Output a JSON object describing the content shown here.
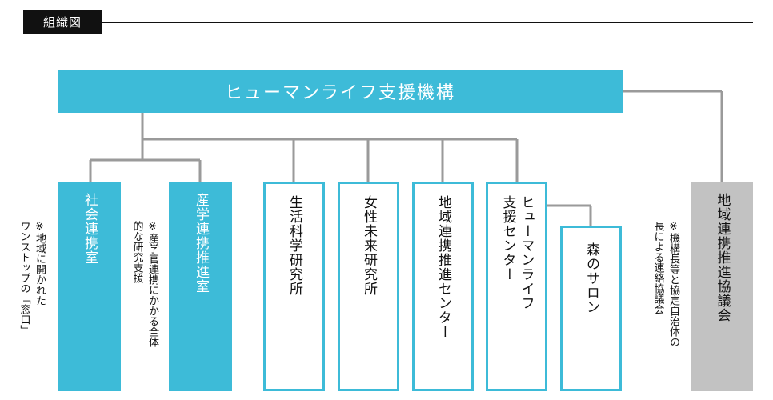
{
  "header": {
    "tag": "組織図"
  },
  "org": {
    "main_title": "ヒューマンライフ支援機構",
    "units": {
      "social_office": "社会連携室",
      "industry_office": "産学連携推進室",
      "life_science": "生活科学研究所",
      "women_future": "女性未来研究所",
      "regional_center": "地域連携推進センター",
      "human_life_center_line1": "ヒューマンライフ",
      "human_life_center_line2": "支援センター",
      "forest_salon": "森のサロン",
      "council": "地域連携推進協議会"
    },
    "notes": {
      "social_note_line1": "※地域に開かれた",
      "social_note_line2": "ワンストップの「窓口」",
      "industry_note_line1": "※産学官連携にかかる全体",
      "industry_note_line2": "的な研究支援",
      "council_note_line1": "※機構長等と協定自治体の",
      "council_note_line2": "長による連絡協議会"
    }
  },
  "colors": {
    "accent": "#3dbbd8",
    "council_fill": "#c2c2c2",
    "connector": "#9a9a9a"
  }
}
